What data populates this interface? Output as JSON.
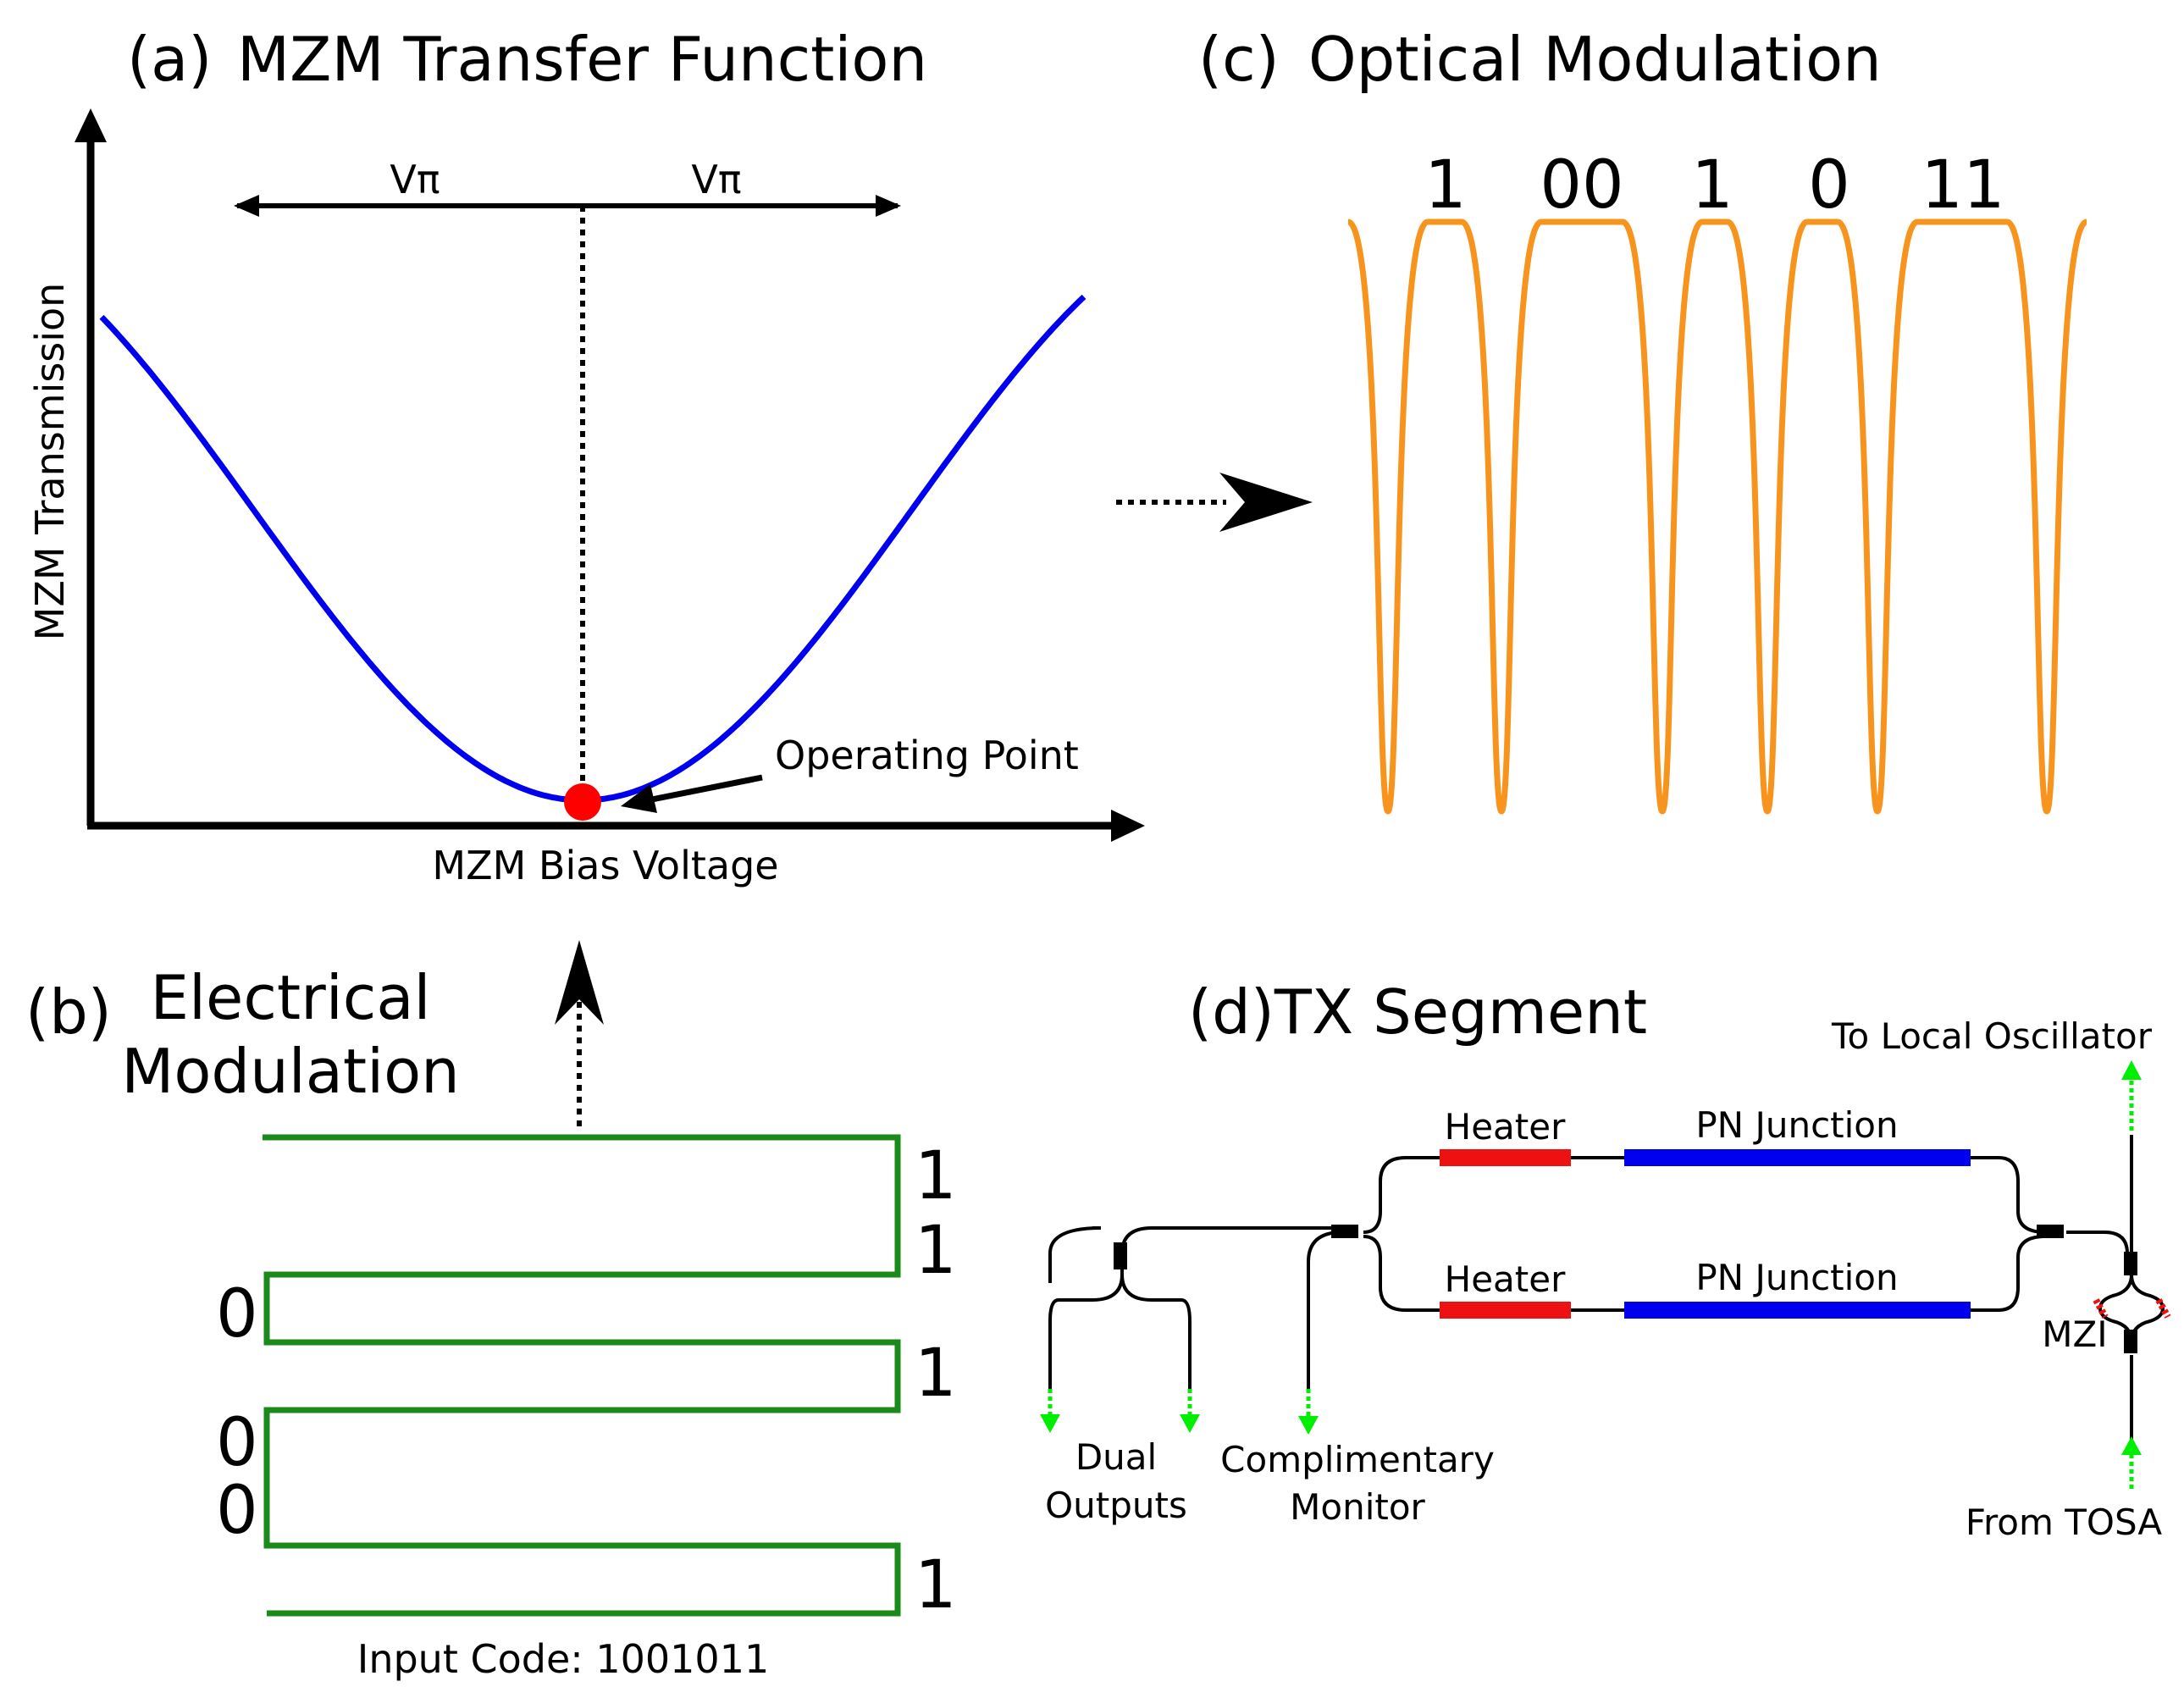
{
  "panels": {
    "a": {
      "letter": "(a)",
      "title": "MZM Transfer Function",
      "y_axis_label": "MZM Transmission",
      "x_axis_label": "MZM Bias Voltage",
      "vpi_left": "Vπ",
      "vpi_right": "Vπ",
      "operating_point_label": "Operating Point"
    },
    "b": {
      "letter": "(b)",
      "title_line1": "Electrical",
      "title_line2": "Modulation",
      "bits_right": [
        "1",
        "1",
        "1",
        "1"
      ],
      "bits_left": [
        "0",
        "0",
        "0"
      ],
      "input_code": "Input Code: 1001011"
    },
    "c": {
      "letter": "(c)",
      "title": "Optical Modulation",
      "bit_groups": [
        "1",
        "00",
        "1",
        "0",
        "11"
      ]
    },
    "d": {
      "title": "(d)TX Segment",
      "heater_top": "Heater",
      "heater_bottom": "Heater",
      "pn_top": "PN Junction",
      "pn_bottom": "PN Junction",
      "to_local_oscillator": "To Local Oscillator",
      "from_tosa": "From TOSA",
      "mzi": "MZI",
      "dual_line1": "Dual",
      "dual_line2": "Outputs",
      "monitor_line1": "Complimentary",
      "monitor_line2": "Monitor"
    }
  },
  "colors": {
    "transfer_curve": "#0000ee",
    "operating_point": "#ff0000",
    "optical_signal": "#f7941d",
    "electrical_signal": "#1a8a1a",
    "heater": "#ee1111",
    "pn_junction": "#0000ee",
    "io_arrow": "#00ee00"
  }
}
